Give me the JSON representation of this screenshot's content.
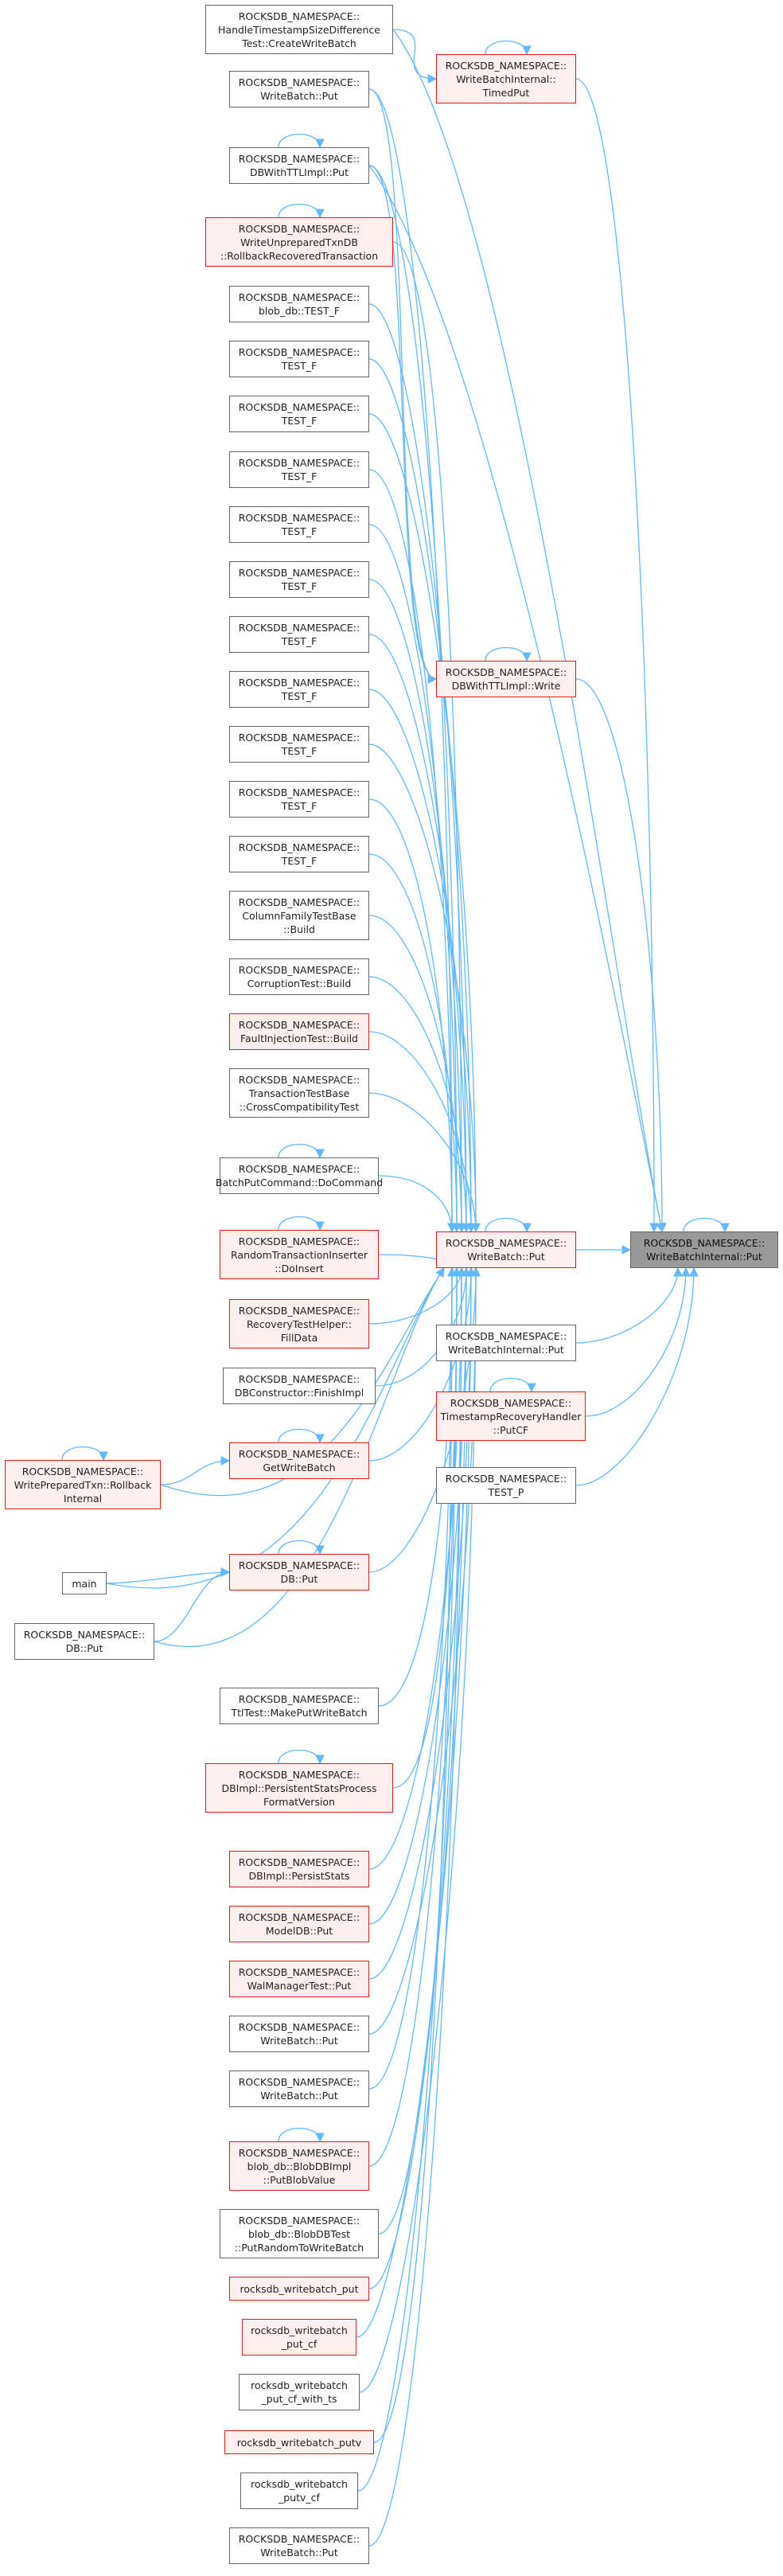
{
  "graph": {
    "target": {
      "id": "target",
      "lines": [
        "ROCKSDB_NAMESPACE::",
        "WriteBatchInternal::Put"
      ],
      "style": "focus"
    },
    "nodes": [
      {
        "id": "n_handle",
        "lines": [
          "ROCKSDB_NAMESPACE::",
          "HandleTimestampSizeDifference",
          "Test::CreateWriteBatch"
        ],
        "style": "normal"
      },
      {
        "id": "n_wb_put1",
        "lines": [
          "ROCKSDB_NAMESPACE::",
          "WriteBatch::Put"
        ],
        "style": "normal"
      },
      {
        "id": "n_ttl_put",
        "lines": [
          "ROCKSDB_NAMESPACE::",
          "DBWithTTLImpl::Put"
        ],
        "style": "normal"
      },
      {
        "id": "n_unprep",
        "lines": [
          "ROCKSDB_NAMESPACE::",
          "WriteUnpreparedTxnDB",
          "::RollbackRecoveredTransaction"
        ],
        "style": "red"
      },
      {
        "id": "n_blob_testf",
        "lines": [
          "ROCKSDB_NAMESPACE::",
          "blob_db::TEST_F"
        ],
        "style": "normal"
      },
      {
        "id": "n_testf1",
        "lines": [
          "ROCKSDB_NAMESPACE::",
          "TEST_F"
        ],
        "style": "normal"
      },
      {
        "id": "n_testf2",
        "lines": [
          "ROCKSDB_NAMESPACE::",
          "TEST_F"
        ],
        "style": "normal"
      },
      {
        "id": "n_testf3",
        "lines": [
          "ROCKSDB_NAMESPACE::",
          "TEST_F"
        ],
        "style": "normal"
      },
      {
        "id": "n_testf4",
        "lines": [
          "ROCKSDB_NAMESPACE::",
          "TEST_F"
        ],
        "style": "normal"
      },
      {
        "id": "n_testf5",
        "lines": [
          "ROCKSDB_NAMESPACE::",
          "TEST_F"
        ],
        "style": "normal"
      },
      {
        "id": "n_testf6",
        "lines": [
          "ROCKSDB_NAMESPACE::",
          "TEST_F"
        ],
        "style": "normal"
      },
      {
        "id": "n_testf7",
        "lines": [
          "ROCKSDB_NAMESPACE::",
          "TEST_F"
        ],
        "style": "normal"
      },
      {
        "id": "n_testf8",
        "lines": [
          "ROCKSDB_NAMESPACE::",
          "TEST_F"
        ],
        "style": "normal"
      },
      {
        "id": "n_testf9",
        "lines": [
          "ROCKSDB_NAMESPACE::",
          "TEST_F"
        ],
        "style": "normal"
      },
      {
        "id": "n_testf10",
        "lines": [
          "ROCKSDB_NAMESPACE::",
          "TEST_F"
        ],
        "style": "normal"
      },
      {
        "id": "n_cfbuild",
        "lines": [
          "ROCKSDB_NAMESPACE::",
          "ColumnFamilyTestBase",
          "::Build"
        ],
        "style": "normal"
      },
      {
        "id": "n_corrupt",
        "lines": [
          "ROCKSDB_NAMESPACE::",
          "CorruptionTest::Build"
        ],
        "style": "normal"
      },
      {
        "id": "n_fault",
        "lines": [
          "ROCKSDB_NAMESPACE::",
          "FaultInjectionTest::Build"
        ],
        "style": "red"
      },
      {
        "id": "n_txcompat",
        "lines": [
          "ROCKSDB_NAMESPACE::",
          "TransactionTestBase",
          "::CrossCompatibilityTest"
        ],
        "style": "normal"
      },
      {
        "id": "n_batchcmd",
        "lines": [
          "ROCKSDB_NAMESPACE::",
          "BatchPutCommand::DoCommand"
        ],
        "style": "normal"
      },
      {
        "id": "n_randins",
        "lines": [
          "ROCKSDB_NAMESPACE::",
          "RandomTransactionInserter",
          "::DoInsert"
        ],
        "style": "red"
      },
      {
        "id": "n_recov",
        "lines": [
          "ROCKSDB_NAMESPACE::",
          "RecoveryTestHelper::",
          "FillData"
        ],
        "style": "red"
      },
      {
        "id": "n_dbcons",
        "lines": [
          "ROCKSDB_NAMESPACE::",
          "DBConstructor::FinishImpl"
        ],
        "style": "normal"
      },
      {
        "id": "n_getwb",
        "lines": [
          "ROCKSDB_NAMESPACE::",
          "GetWriteBatch"
        ],
        "style": "red"
      },
      {
        "id": "n_wprep",
        "lines": [
          "ROCKSDB_NAMESPACE::",
          "WritePreparedTxn::Rollback",
          "Internal"
        ],
        "style": "red"
      },
      {
        "id": "n_main",
        "lines": [
          "main"
        ],
        "style": "normal"
      },
      {
        "id": "n_dbput_red",
        "lines": [
          "ROCKSDB_NAMESPACE::",
          "DB::Put"
        ],
        "style": "red"
      },
      {
        "id": "n_dbput_left",
        "lines": [
          "ROCKSDB_NAMESPACE::",
          "DB::Put"
        ],
        "style": "normal"
      },
      {
        "id": "n_ttltest",
        "lines": [
          "ROCKSDB_NAMESPACE::",
          "TtlTest::MakePutWriteBatch"
        ],
        "style": "normal"
      },
      {
        "id": "n_persfmt",
        "lines": [
          "ROCKSDB_NAMESPACE::",
          "DBImpl::PersistentStatsProcess",
          "FormatVersion"
        ],
        "style": "red"
      },
      {
        "id": "n_persist",
        "lines": [
          "ROCKSDB_NAMESPACE::",
          "DBImpl::PersistStats"
        ],
        "style": "red"
      },
      {
        "id": "n_modeldb",
        "lines": [
          "ROCKSDB_NAMESPACE::",
          "ModelDB::Put"
        ],
        "style": "red"
      },
      {
        "id": "n_walmgr",
        "lines": [
          "ROCKSDB_NAMESPACE::",
          "WalManagerTest::Put"
        ],
        "style": "red"
      },
      {
        "id": "n_wb_put2",
        "lines": [
          "ROCKSDB_NAMESPACE::",
          "WriteBatch::Put"
        ],
        "style": "normal"
      },
      {
        "id": "n_wb_put3",
        "lines": [
          "ROCKSDB_NAMESPACE::",
          "WriteBatch::Put"
        ],
        "style": "normal"
      },
      {
        "id": "n_blobput",
        "lines": [
          "ROCKSDB_NAMESPACE::",
          "blob_db::BlobDBImpl",
          "::PutBlobValue"
        ],
        "style": "red"
      },
      {
        "id": "n_blobtest",
        "lines": [
          "ROCKSDB_NAMESPACE::",
          "blob_db::BlobDBTest",
          "::PutRandomToWriteBatch"
        ],
        "style": "normal"
      },
      {
        "id": "n_c_put",
        "lines": [
          "rocksdb_writebatch_put"
        ],
        "style": "red"
      },
      {
        "id": "n_c_putcf",
        "lines": [
          "rocksdb_writebatch",
          "_put_cf"
        ],
        "style": "red"
      },
      {
        "id": "n_c_putcfts",
        "lines": [
          "rocksdb_writebatch",
          "_put_cf_with_ts"
        ],
        "style": "normal"
      },
      {
        "id": "n_c_putv",
        "lines": [
          "rocksdb_writebatch_putv"
        ],
        "style": "red"
      },
      {
        "id": "n_c_putvcf",
        "lines": [
          "rocksdb_writebatch",
          "_putv_cf"
        ],
        "style": "normal"
      },
      {
        "id": "n_wb_put4",
        "lines": [
          "ROCKSDB_NAMESPACE::",
          "WriteBatch::Put"
        ],
        "style": "normal"
      },
      {
        "id": "n_timedput",
        "lines": [
          "ROCKSDB_NAMESPACE::",
          "WriteBatchInternal::",
          "TimedPut"
        ],
        "style": "red"
      },
      {
        "id": "n_ttlwrite",
        "lines": [
          "ROCKSDB_NAMESPACE::",
          "DBWithTTLImpl::Write"
        ],
        "style": "red"
      },
      {
        "id": "n_wb_put_hub",
        "lines": [
          "ROCKSDB_NAMESPACE::",
          "WriteBatch::Put"
        ],
        "style": "red"
      },
      {
        "id": "n_wbi_put",
        "lines": [
          "ROCKSDB_NAMESPACE::",
          "WriteBatchInternal::Put"
        ],
        "style": "normal"
      },
      {
        "id": "n_tsrecov",
        "lines": [
          "ROCKSDB_NAMESPACE::",
          "TimestampRecoveryHandler",
          "::PutCF"
        ],
        "style": "red"
      },
      {
        "id": "n_testp",
        "lines": [
          "ROCKSDB_NAMESPACE::",
          "TEST_P"
        ],
        "style": "normal"
      }
    ],
    "edge_color": "#63b8ff"
  }
}
